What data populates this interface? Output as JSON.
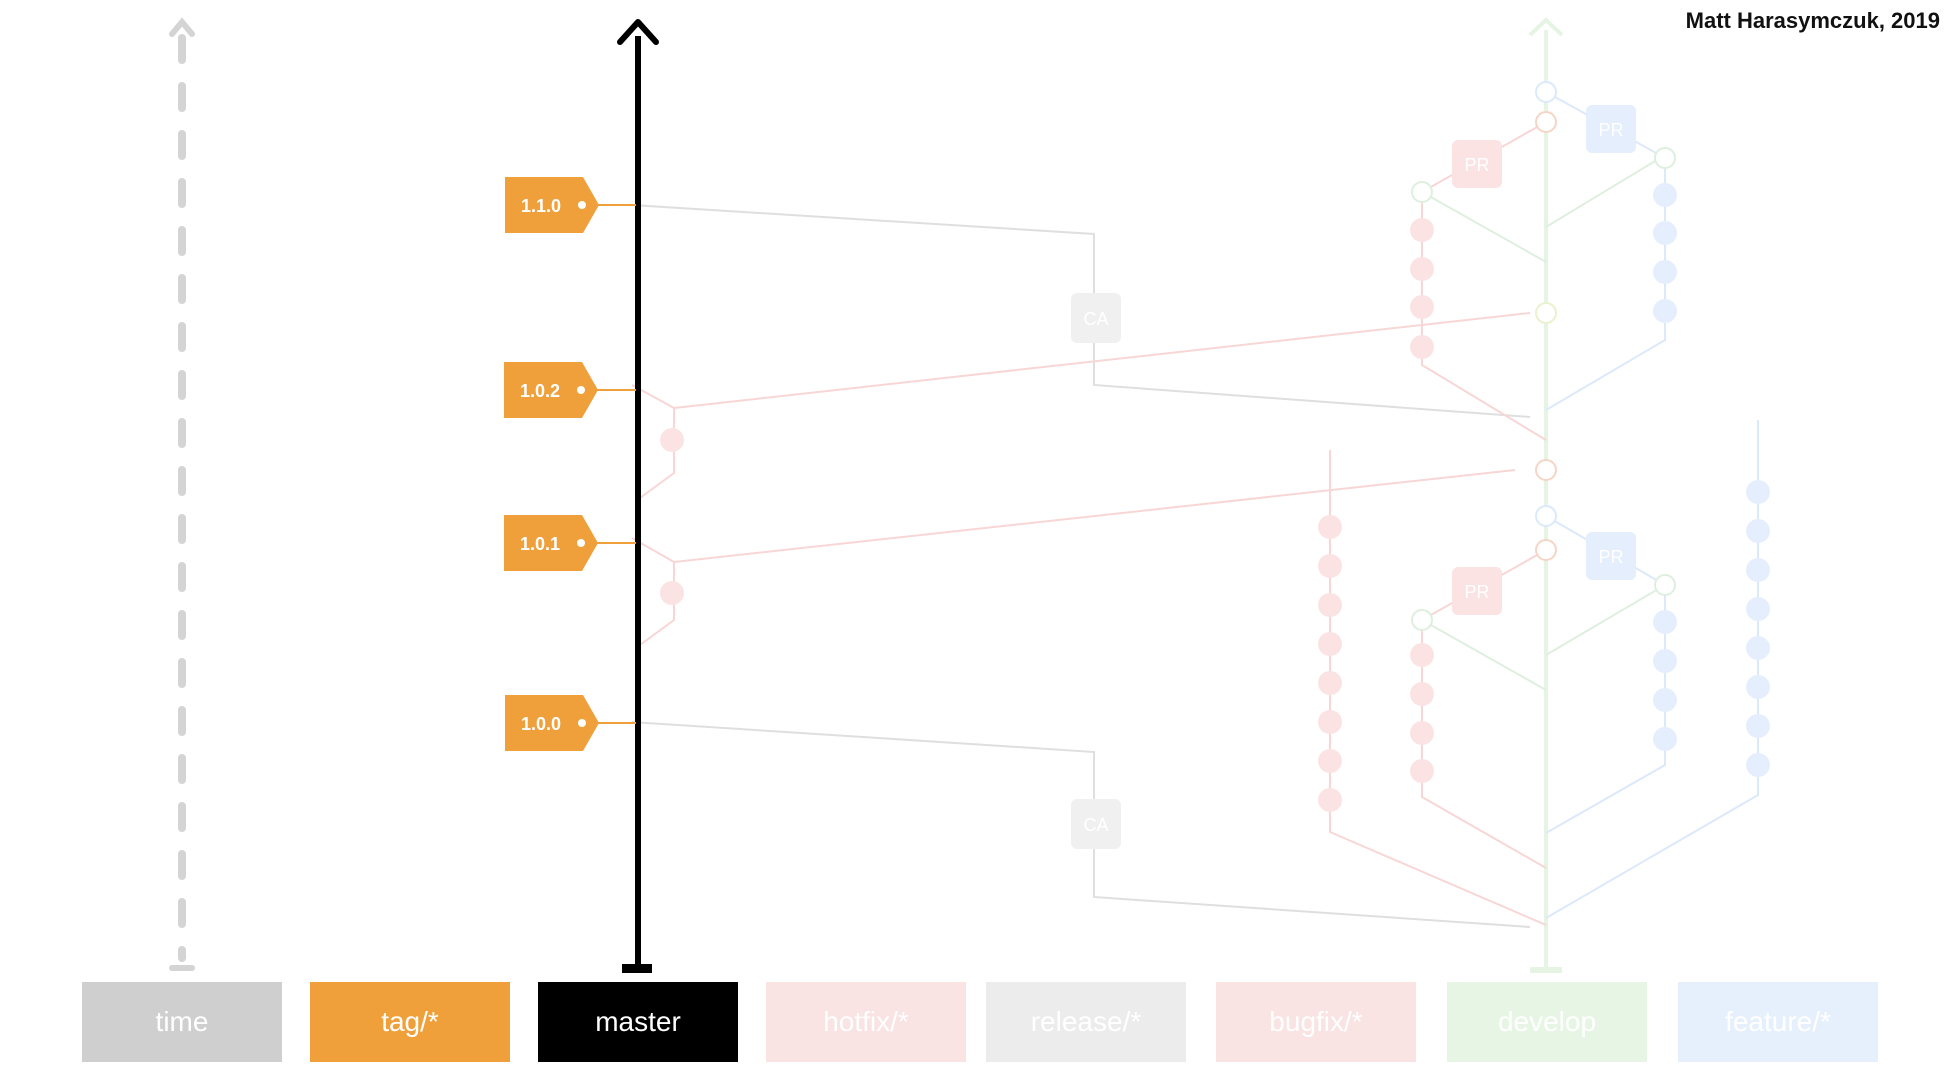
{
  "credit": "Matt Harasymczuk, 2019",
  "branches": [
    {
      "key": "time",
      "label": "time",
      "color": "#cfcfcf",
      "faded": false
    },
    {
      "key": "tag",
      "label": "tag/*",
      "color": "#f0a03a",
      "faded": false
    },
    {
      "key": "master",
      "label": "master",
      "color": "#000000",
      "faded": false
    },
    {
      "key": "hotfix",
      "label": "hotfix/*",
      "color": "#f9e3e3",
      "faded": true
    },
    {
      "key": "release",
      "label": "release/*",
      "color": "#ececec",
      "faded": true
    },
    {
      "key": "bugfix",
      "label": "bugfix/*",
      "color": "#f9e3e3",
      "faded": true
    },
    {
      "key": "develop",
      "label": "develop",
      "color": "#e7f5e5",
      "faded": true
    },
    {
      "key": "feature",
      "label": "feature/*",
      "color": "#e6f0fd",
      "faded": true
    }
  ],
  "tags": [
    "1.1.0",
    "1.0.2",
    "1.0.1",
    "1.0.0"
  ],
  "badges": {
    "pr": "PR",
    "ca": "CA"
  }
}
